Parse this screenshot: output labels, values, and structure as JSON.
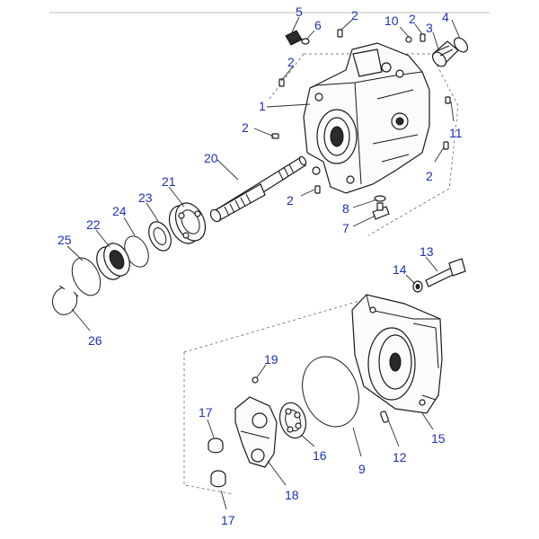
{
  "diagram": {
    "labels": [
      {
        "id": "l1",
        "text": "1"
      },
      {
        "id": "l2a",
        "text": "2"
      },
      {
        "id": "l2b",
        "text": "2"
      },
      {
        "id": "l2c",
        "text": "2"
      },
      {
        "id": "l2d",
        "text": "2"
      },
      {
        "id": "l2e",
        "text": "2"
      },
      {
        "id": "l2f",
        "text": "2"
      },
      {
        "id": "l3",
        "text": "3"
      },
      {
        "id": "l4",
        "text": "4"
      },
      {
        "id": "l5",
        "text": "5"
      },
      {
        "id": "l6",
        "text": "6"
      },
      {
        "id": "l7",
        "text": "7"
      },
      {
        "id": "l8",
        "text": "8"
      },
      {
        "id": "l9",
        "text": "9"
      },
      {
        "id": "l10",
        "text": "10"
      },
      {
        "id": "l11",
        "text": "11"
      },
      {
        "id": "l12",
        "text": "12"
      },
      {
        "id": "l13",
        "text": "13"
      },
      {
        "id": "l14",
        "text": "14"
      },
      {
        "id": "l15",
        "text": "15"
      },
      {
        "id": "l16",
        "text": "16"
      },
      {
        "id": "l17a",
        "text": "17"
      },
      {
        "id": "l17b",
        "text": "17"
      },
      {
        "id": "l18",
        "text": "18"
      },
      {
        "id": "l19",
        "text": "19"
      },
      {
        "id": "l20",
        "text": "20"
      },
      {
        "id": "l21",
        "text": "21"
      },
      {
        "id": "l22",
        "text": "22"
      },
      {
        "id": "l23",
        "text": "23"
      },
      {
        "id": "l24",
        "text": "24"
      },
      {
        "id": "l25",
        "text": "25"
      },
      {
        "id": "l26",
        "text": "26"
      }
    ],
    "colors": {
      "label": "#1f2fb8",
      "line": "#1a1a1a"
    }
  }
}
